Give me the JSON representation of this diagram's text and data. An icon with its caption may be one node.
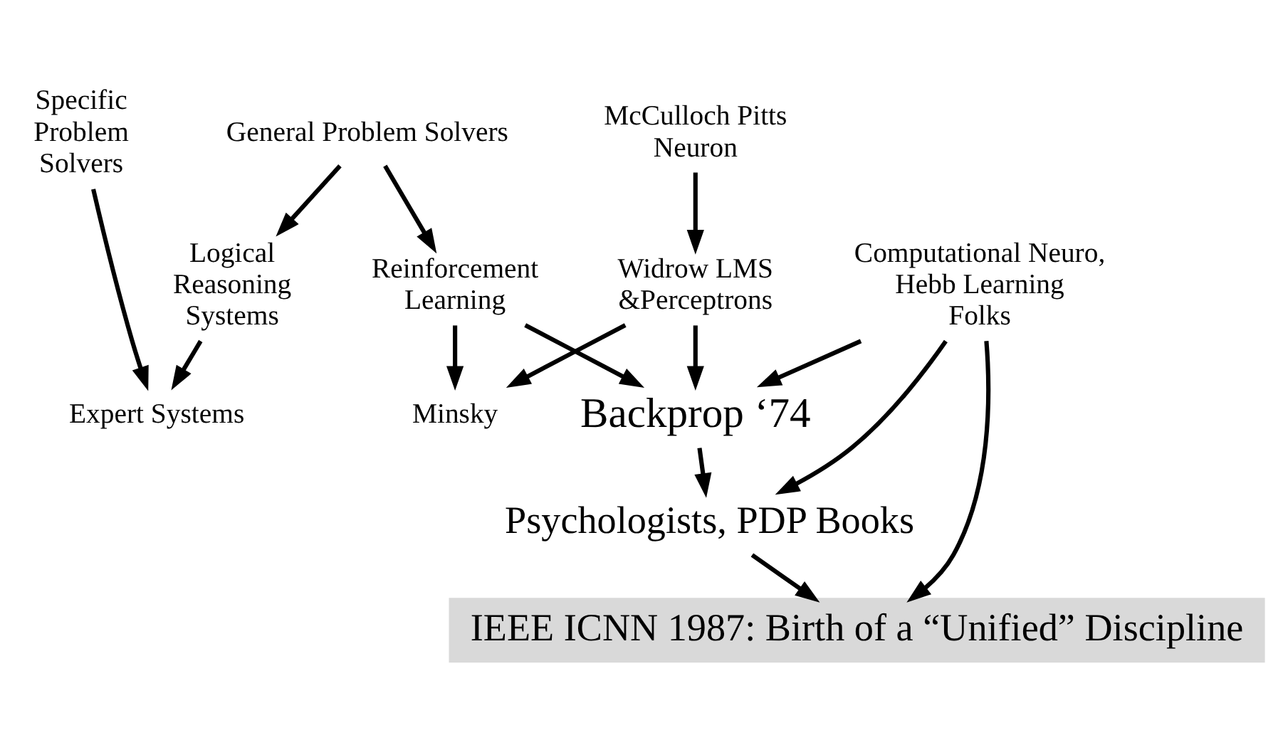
{
  "diagram": {
    "nodes": [
      {
        "text": [
          "Specific Problem Solvers"
        ]
      },
      {
        "text": [
          "General Problem Solvers"
        ]
      },
      {
        "text": [
          "McCulloch Pitts Neuron"
        ]
      },
      {
        "text": [
          "Logical Reasoning Systems"
        ]
      },
      {
        "text": [
          "Reinforcement Learning"
        ]
      },
      {
        "text": [
          "Widrow LMS &Perceptrons"
        ]
      },
      {
        "text": [
          "Minsky"
        ]
      },
      {
        "text": [
          "Expert Systems"
        ]
      },
      {
        "text": [
          "Backprop ‘74"
        ]
      },
      {
        "text": [
          "Computational Neuro, Hebb Learning Folks"
        ]
      },
      {
        "text": [
          "Psychologists, PDP Books"
        ]
      },
      {
        "text": [
          "IEEE ICNN 1987: Birth of a “Unified” Discipline"
        ]
      }
    ],
    "edges": [
      {
        "from": 0,
        "to": 7,
        "arrow": "to"
      },
      {
        "from": 1,
        "to": 3,
        "arrow": "to"
      },
      {
        "from": 3,
        "to": 7,
        "arrow": "to"
      },
      {
        "from": 1,
        "to": 4,
        "arrow": "to"
      },
      {
        "from": 2,
        "to": 5,
        "arrow": "to"
      },
      {
        "from": 4,
        "to": 6,
        "arrow": "to"
      },
      {
        "from": 5,
        "to": 6,
        "arrow": "to"
      },
      {
        "from": 4,
        "to": 8,
        "arrow": "to"
      },
      {
        "from": 9,
        "to": 8,
        "arrow": "to"
      },
      {
        "from": 5,
        "to": 8,
        "arrow": "to"
      },
      {
        "from": 8,
        "to": 10,
        "arrow": "to"
      },
      {
        "from": 9,
        "to": 10,
        "arrow": "to"
      },
      {
        "from": 9,
        "to": 11,
        "arrow": "to"
      },
      {
        "from": 10,
        "to": 11,
        "arrow": "to"
      }
    ]
  }
}
